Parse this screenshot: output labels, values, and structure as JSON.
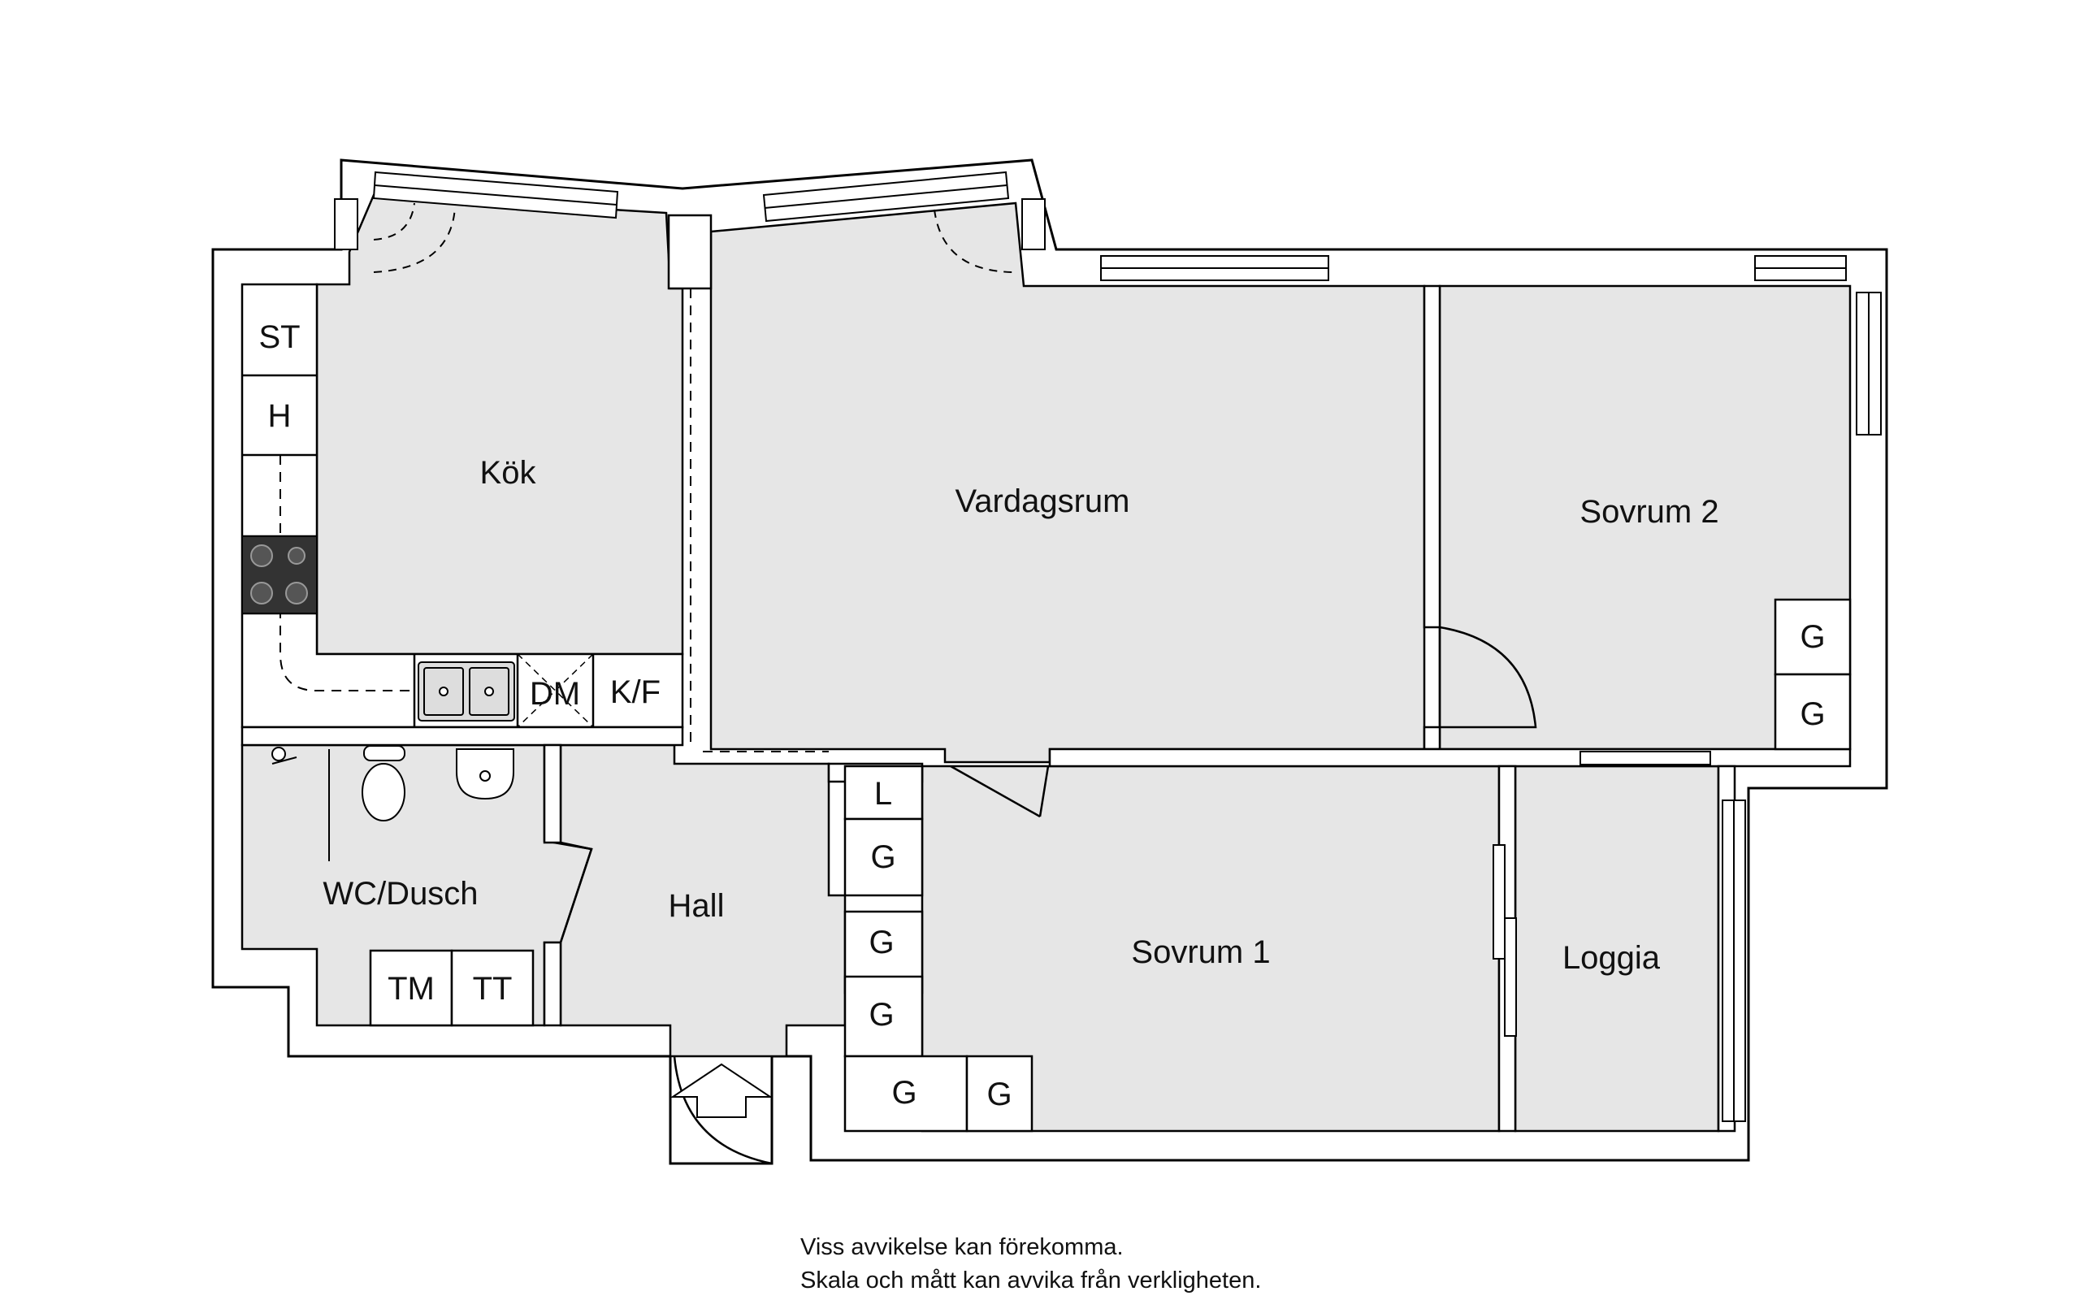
{
  "rooms": {
    "kok": "Kök",
    "vardagsrum": "Vardagsrum",
    "sovrum2": "Sovrum 2",
    "sovrum1": "Sovrum 1",
    "wc_dusch": "WC/Dusch",
    "hall": "Hall",
    "loggia": "Loggia"
  },
  "fixtures": {
    "st": "ST",
    "h": "H",
    "dm": "DM",
    "kf": "K/F",
    "tm": "TM",
    "tt": "TT",
    "l": "L",
    "g": "G"
  },
  "disclaimer": {
    "line1": "Viss avvikelse kan förekomma.",
    "line2": "Skala och mått kan avvika från verkligheten."
  },
  "colors": {
    "floor": "#e6e6e6",
    "wall": "#000000",
    "background": "#ffffff"
  }
}
